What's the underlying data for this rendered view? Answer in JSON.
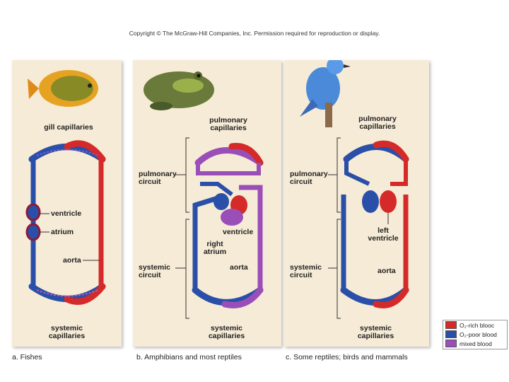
{
  "copyright": "Copyright © The McGraw-Hill Companies, Inc. Permission required for reproduction or display.",
  "colors": {
    "o2_rich": "#d42a2a",
    "o2_poor": "#2a4fa8",
    "mixed": "#9a4fb8",
    "panel_bg": "#f6ebd6"
  },
  "panels": {
    "a": {
      "caption": "a. Fishes",
      "gill_capillaries": "gill capillaries",
      "ventricle": "ventricle",
      "atrium": "atrium",
      "aorta": "aorta",
      "systemic_capillaries": "systemic capillaries"
    },
    "b": {
      "caption": "b. Amphibians and most reptiles",
      "pulmonary_capillaries": "pulmonary capillaries",
      "pulmonary_circuit": "pulmonary circuit",
      "ventricle": "ventricle",
      "right_atrium": "right atrium",
      "systemic_circuit": "systemic circuit",
      "aorta": "aorta",
      "systemic_capillaries": "systemic capillaries"
    },
    "c": {
      "caption": "c. Some reptiles; birds and mammals",
      "pulmonary_capillaries": "pulmonary capillaries",
      "pulmonary_circuit": "pulmonary circuit",
      "left_ventricle": "left ventricle",
      "systemic_circuit": "systemic circuit",
      "aorta": "aorta",
      "systemic_capillaries": "systemic capillaries"
    }
  },
  "legend": [
    {
      "label": "O₂-rich blooc",
      "color": "#d42a2a"
    },
    {
      "label": "O₂-poor blood",
      "color": "#2a4fa8"
    },
    {
      "label": "mixed blood",
      "color": "#9a4fb8"
    }
  ]
}
